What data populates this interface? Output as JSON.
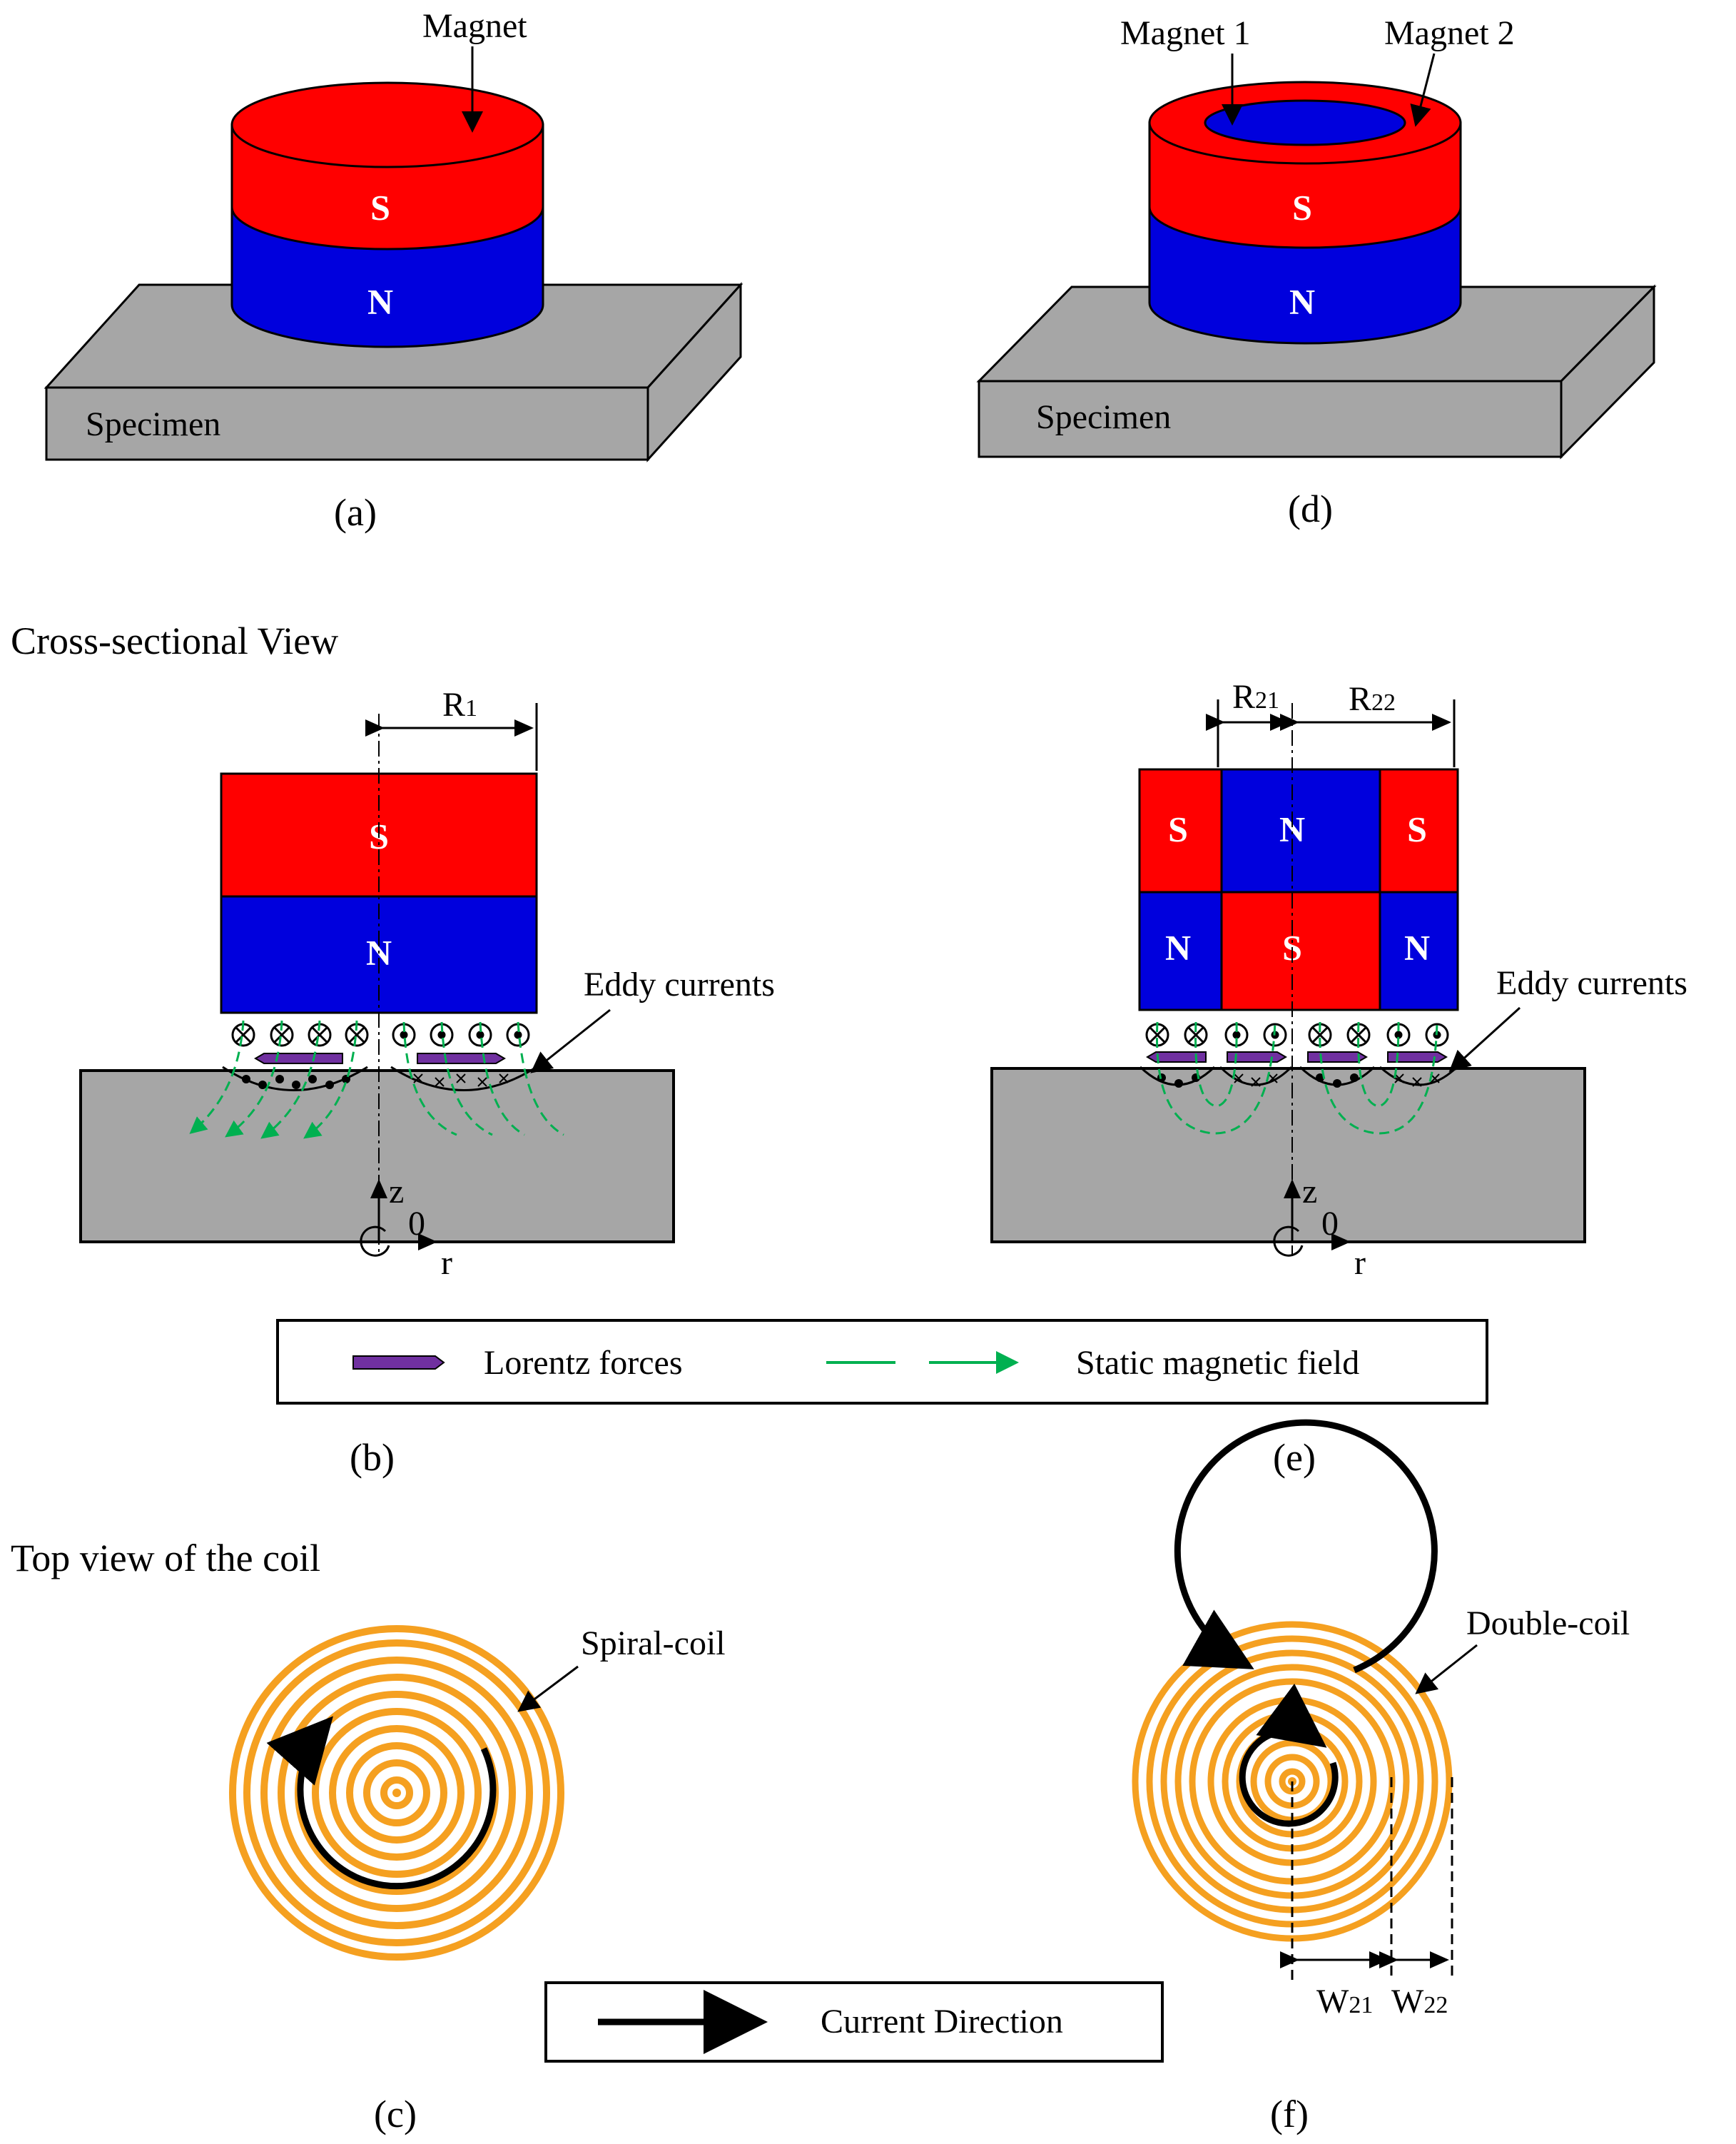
{
  "panel_a": {
    "magnet_label": "Magnet",
    "pole_top": "S",
    "pole_bottom": "N",
    "specimen_label": "Specimen",
    "caption": "(a)"
  },
  "panel_d": {
    "magnet1_label": "Magnet 1",
    "magnet2_label": "Magnet 2",
    "pole_top": "S",
    "pole_bottom": "N",
    "specimen_label": "Specimen",
    "caption": "(d)"
  },
  "section_cross": "Cross-sectional View",
  "panel_b": {
    "radius_label": "R",
    "radius_sub": "1",
    "pole_top": "S",
    "pole_bottom": "N",
    "eddy_label": "Eddy currents",
    "axis_z": "z",
    "axis_origin": "0",
    "axis_r": "r",
    "caption": "(b)"
  },
  "panel_e": {
    "r21_label": "R",
    "r21_sub": "21",
    "r22_label": "R",
    "r22_sub": "22",
    "poles_top": [
      "S",
      "N",
      "S"
    ],
    "poles_bottom": [
      "N",
      "S",
      "N"
    ],
    "eddy_label": "Eddy currents",
    "axis_z": "z",
    "axis_origin": "0",
    "axis_r": "r",
    "caption": "(e)"
  },
  "legend_be": {
    "lorentz_label": "Lorentz forces",
    "field_label": "Static magnetic field"
  },
  "section_top": "Top view of the coil",
  "panel_c": {
    "coil_label": "Spiral-coil",
    "caption": "(c)"
  },
  "panel_f": {
    "coil_label": "Double-coil",
    "w21_label": "W",
    "w21_sub": "21",
    "w22_label": "W",
    "w22_sub": "22",
    "caption": "(f)"
  },
  "legend_cf": {
    "current_label": "Current Direction"
  },
  "colors": {
    "south_pole": "#ff0000",
    "north_pole": "#0000dd",
    "specimen": "#a6a6a6",
    "lorentz_arrow": "#7030a0",
    "field_lines": "#00b050",
    "coil": "#f5a020"
  }
}
